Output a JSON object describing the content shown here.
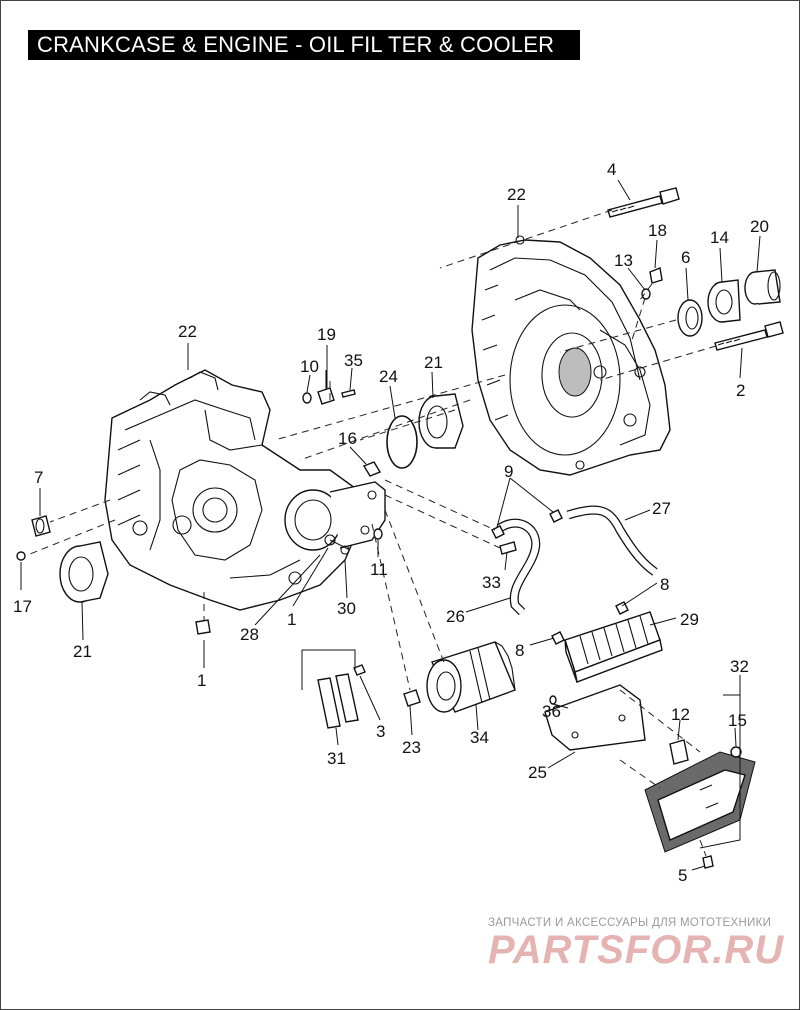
{
  "title": "CRANKCASE & ENGINE - OIL FIL TER & COOLER",
  "callouts": [
    {
      "id": "c-4",
      "label": "4"
    },
    {
      "id": "c-22a",
      "label": "22"
    },
    {
      "id": "c-18",
      "label": "18"
    },
    {
      "id": "c-13",
      "label": "13"
    },
    {
      "id": "c-6",
      "label": "6"
    },
    {
      "id": "c-14",
      "label": "14"
    },
    {
      "id": "c-20",
      "label": "20"
    },
    {
      "id": "c-2",
      "label": "2"
    },
    {
      "id": "c-22b",
      "label": "22"
    },
    {
      "id": "c-19",
      "label": "19"
    },
    {
      "id": "c-10",
      "label": "10"
    },
    {
      "id": "c-35",
      "label": "35"
    },
    {
      "id": "c-24",
      "label": "24"
    },
    {
      "id": "c-21a",
      "label": "21"
    },
    {
      "id": "c-16",
      "label": "16"
    },
    {
      "id": "c-7",
      "label": "7"
    },
    {
      "id": "c-17",
      "label": "17"
    },
    {
      "id": "c-21b",
      "label": "21"
    },
    {
      "id": "c-11",
      "label": "11"
    },
    {
      "id": "c-9",
      "label": "9"
    },
    {
      "id": "c-27",
      "label": "27"
    },
    {
      "id": "c-33",
      "label": "33"
    },
    {
      "id": "c-8a",
      "label": "8"
    },
    {
      "id": "c-26",
      "label": "26"
    },
    {
      "id": "c-29",
      "label": "29"
    },
    {
      "id": "c-8b",
      "label": "8"
    },
    {
      "id": "c-30",
      "label": "30"
    },
    {
      "id": "c-1a",
      "label": "1"
    },
    {
      "id": "c-28",
      "label": "28"
    },
    {
      "id": "c-1b",
      "label": "1"
    },
    {
      "id": "c-32",
      "label": "32"
    },
    {
      "id": "c-36",
      "label": "36"
    },
    {
      "id": "c-12",
      "label": "12"
    },
    {
      "id": "c-15",
      "label": "15"
    },
    {
      "id": "c-3",
      "label": "3"
    },
    {
      "id": "c-23",
      "label": "23"
    },
    {
      "id": "c-34",
      "label": "34"
    },
    {
      "id": "c-31",
      "label": "31"
    },
    {
      "id": "c-25",
      "label": "25"
    },
    {
      "id": "c-5",
      "label": "5"
    }
  ],
  "watermark": {
    "tagline": "ЗАПЧАСТИ И АКСЕССУАРЫ ДЛЯ МОТОТЕХНИКИ",
    "logo": "PARTSFOR.RU"
  }
}
